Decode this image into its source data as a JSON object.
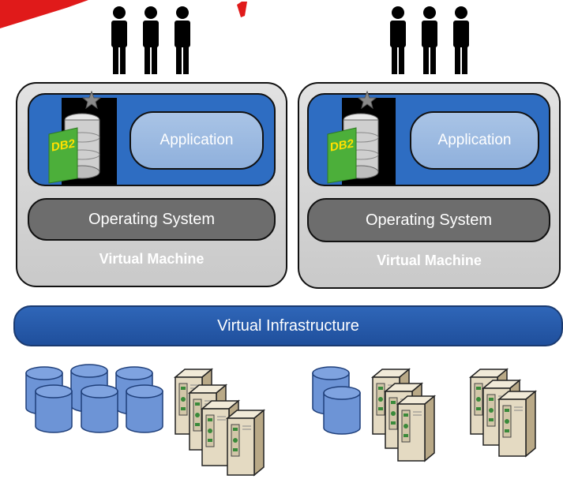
{
  "diagram": {
    "vm_left": {
      "application_label": "Application",
      "os_label": "Operating System",
      "vm_label": "Virtual Machine",
      "db_logo_text": "DB2"
    },
    "vm_right": {
      "application_label": "Application",
      "os_label": "Operating System",
      "vm_label": "Virtual Machine",
      "db_logo_text": "DB2"
    },
    "infrastructure_label": "Virtual Infrastructure",
    "icons": {
      "users_left": "users-icon",
      "users_right": "users-icon",
      "storage": "database-cylinder-icon",
      "server": "server-tower-icon"
    },
    "colors": {
      "vm_blue": "#2e6dc2",
      "app_pill": "#a9c4e6",
      "os_pill": "#6d6d6d",
      "infrastructure": "#2356a8",
      "cylinder": "#6d94d6",
      "db2_green": "#4caf3a",
      "accent_red": "#e01a1a"
    }
  }
}
